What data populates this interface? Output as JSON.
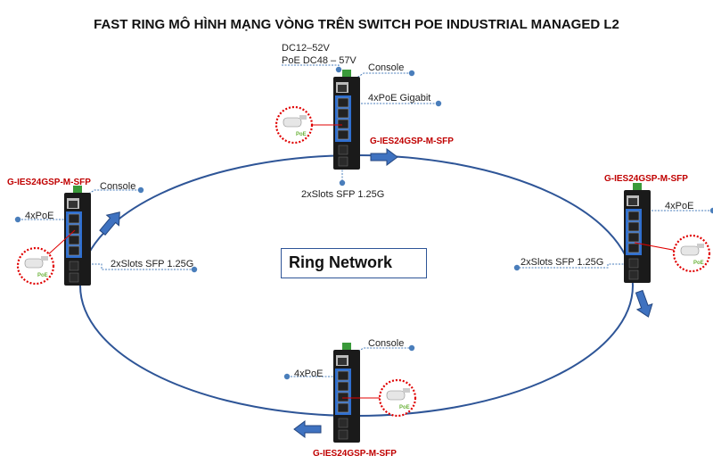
{
  "title": "FAST RING MÔ HÌNH MẠNG VÒNG TRÊN SWITCH POE INDUSTRIAL MANAGED L2",
  "center_label": "Ring Network",
  "colors": {
    "ring": "#2e5597",
    "model_text": "#c00000",
    "callout_dot": "#4a7ebb",
    "poe_circle": "#e00000",
    "switch_body": "#1a1a1a",
    "port_panel": "#2f6fd0"
  },
  "switches": {
    "top": {
      "model": "G-IES24GSP-M-SFP",
      "power": "DC12–52V",
      "poe_power": "PoE DC48 – 57V",
      "console": "Console",
      "poe_ports": "4xPoE Gigabit",
      "sfp": "2xSlots SFP 1.25G"
    },
    "left": {
      "model": "G-IES24GSP-M-SFP",
      "console": "Console",
      "poe_ports": "4xPoE",
      "sfp": "2xSlots SFP 1.25G"
    },
    "right": {
      "model": "G-IES24GSP-M-SFP",
      "poe_ports": "4xPoE",
      "sfp": "2xSlots SFP 1.25G"
    },
    "bottom": {
      "model": "G-IES24GSP-M-SFP",
      "console": "Console",
      "poe_ports": "4xPoE"
    }
  },
  "camera_badge": "PoE"
}
